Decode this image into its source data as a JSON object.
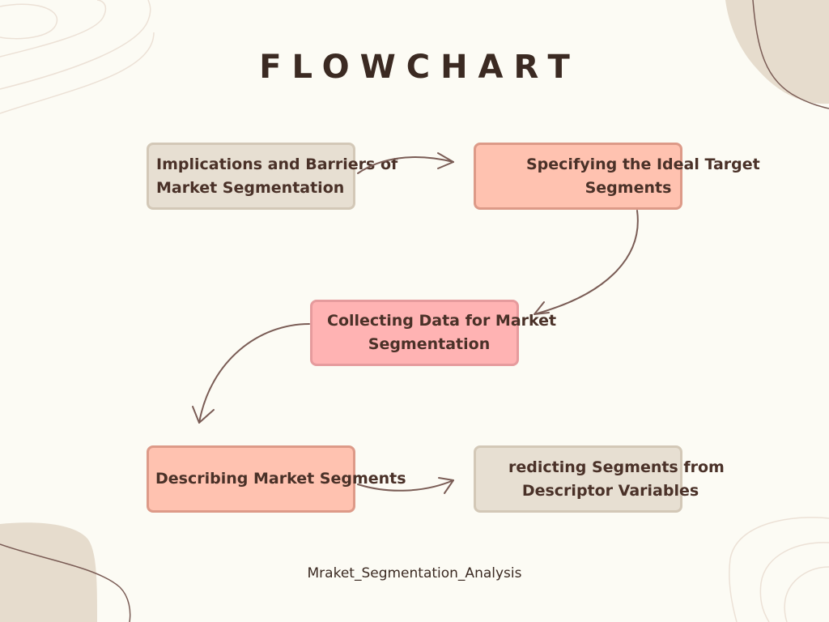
{
  "title": "FLOWCHART",
  "nodes": [
    {
      "id": "box1",
      "label": "Implications and Barriers of\nMarket Segmentation",
      "color": "#e7dfd2"
    },
    {
      "id": "box2",
      "label": "Specifying the Ideal Target\nSegments",
      "color": "#ffc2b0"
    },
    {
      "id": "box3",
      "label": "Collecting Data for Market\nSegmentation",
      "color": "#ffb3b3"
    },
    {
      "id": "box4",
      "label": "Describing Market Segments",
      "color": "#ffc2b0"
    },
    {
      "id": "box5",
      "label": "redicting Segments from\nDescriptor Variables",
      "color": "#e7dfd2"
    }
  ],
  "edges": [
    {
      "from": "box1",
      "to": "box2"
    },
    {
      "from": "box2",
      "to": "box3"
    },
    {
      "from": "box3",
      "to": "box4"
    },
    {
      "from": "box4",
      "to": "box5"
    }
  ],
  "footer": "Mraket_Segmentation_Analysis",
  "colors": {
    "background": "#fcfbf4",
    "text": "#3b2a22",
    "arrow": "#7a5c55",
    "blob": "#e6dccd",
    "line": "#ece1d6"
  }
}
